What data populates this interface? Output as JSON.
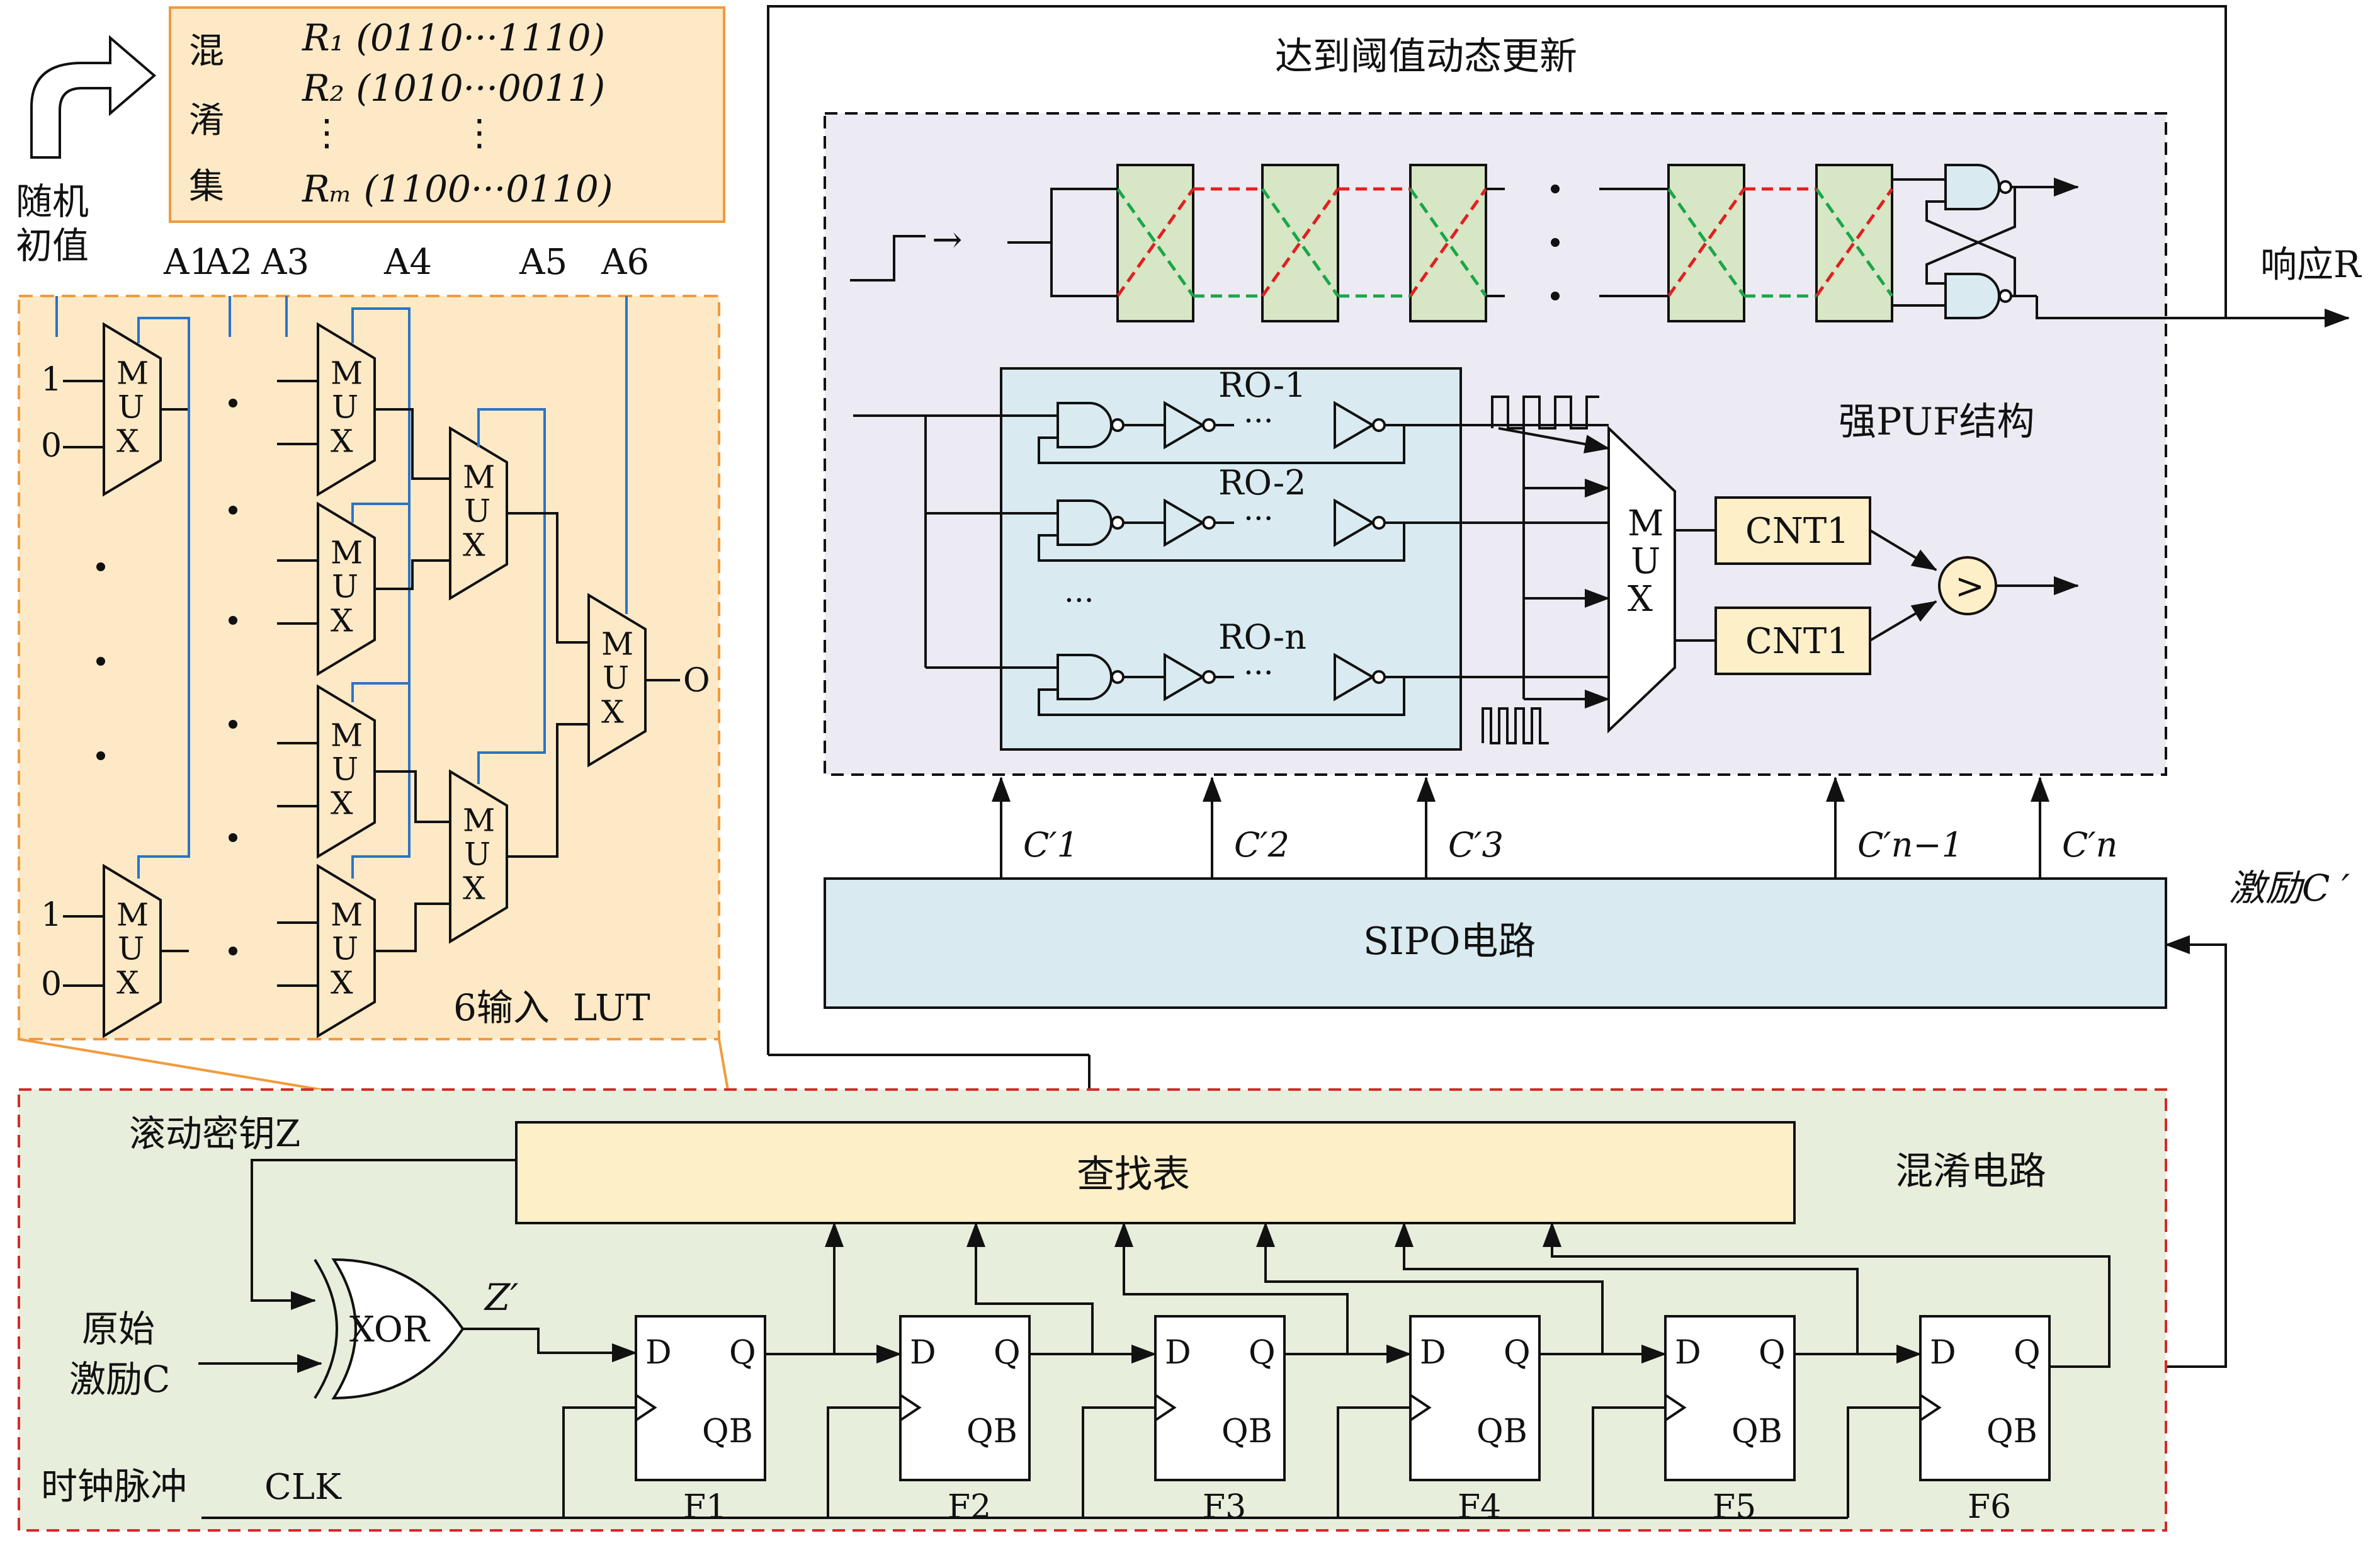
{
  "seed_panel": {
    "rows": [
      {
        "label": "混",
        "text": "R₁ (0110···1110)"
      },
      {
        "label": "",
        "text": "R₂ (1010···0011)"
      },
      {
        "label": "淆",
        "text": "⋮          ⋮"
      },
      {
        "label": "集",
        "text": "Rₘ (1100···0110)"
      }
    ]
  },
  "random_init_label": [
    "随机",
    "初值"
  ],
  "lut": {
    "inputs": [
      "A1",
      "A2",
      "A3",
      "A4",
      "A5",
      "A6"
    ],
    "caption": "6输入  LUT",
    "output": "O",
    "const_one": "1",
    "const_zero": "0",
    "mux_letters": [
      "M",
      "U",
      "X"
    ]
  },
  "top_feedback_label": "达到阈值动态更新",
  "response_label": "响应R",
  "puf_label": "强PUF结构",
  "ro_labels": [
    "RO-1",
    "RO-2",
    "RO-n"
  ],
  "ellipsis": "···",
  "counters": [
    "CNT1",
    "CNT1"
  ],
  "comparator": ">",
  "challenge_bits": [
    "C′1",
    "C′2",
    "C′3",
    "C′n−1",
    "C′n"
  ],
  "sipo_label": "SIPO电路",
  "excitation_prime_label": "激励C ′",
  "lookup_table_label": "查找表",
  "obfuscation_label": "混淆电路",
  "rolling_key_label": "滚动密钥Z",
  "xor_label": "XOR",
  "z_prime_label": "Z′",
  "original_label": [
    "原始",
    "激励C"
  ],
  "clock_label": "时钟脉冲",
  "clk_label": "CLK",
  "flipflops": [
    "F1",
    "F2",
    "F3",
    "F4",
    "F5",
    "F6"
  ],
  "ff_pins": {
    "d": "D",
    "q": "Q",
    "qb": "QB"
  },
  "colors": {
    "lut_bg": "#fde9c6",
    "lut_border": "#f29a3b",
    "puf_bg": "#eceaf2",
    "ro_bg": "#d9ebf1",
    "sipo_bg": "#d9ebf1",
    "obf_bg": "#e8eedc",
    "obf_border": "#d42a2a",
    "cell_bg": "#d7e6c5",
    "mux_wire": "#2a73c7",
    "cross_red": "#e02020",
    "cross_green": "#1aa64a",
    "counter_bg": "#fdefc8"
  }
}
